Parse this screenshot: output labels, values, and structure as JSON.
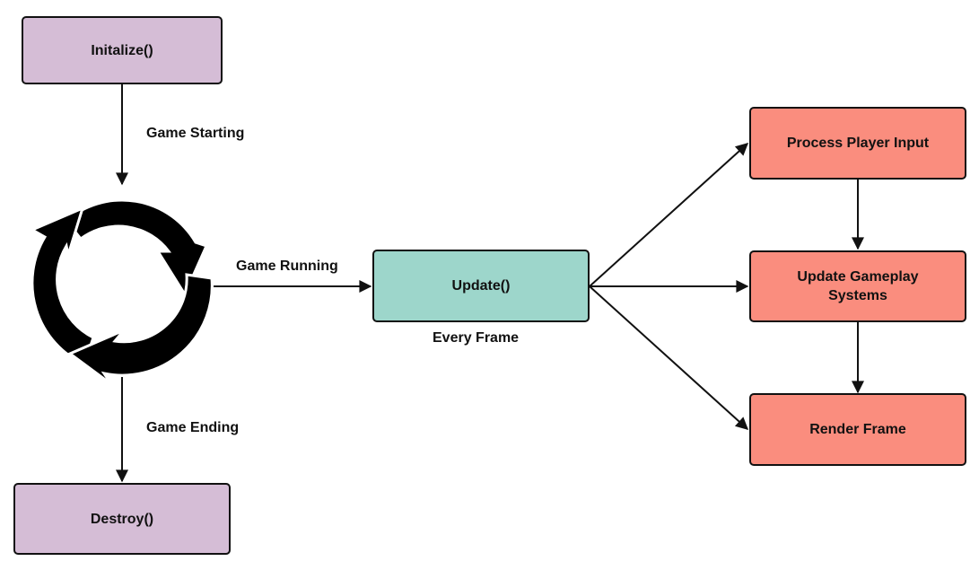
{
  "colors": {
    "lifecycle_fill": "#d5bdd6",
    "update_fill": "#9dd6cb",
    "step_fill": "#fa8d7e",
    "stroke": "#111111",
    "loop_icon": "#000000"
  },
  "nodes": {
    "initialize": "Initalize()",
    "destroy": "Destroy()",
    "update": "Update()",
    "process_input": "Process Player Input",
    "update_gameplay": "Update Gameplay Systems",
    "render_frame": "Render Frame"
  },
  "labels": {
    "game_starting": "Game Starting",
    "game_running": "Game Running",
    "game_ending": "Game Ending",
    "every_frame": "Every Frame"
  },
  "icons": {
    "loop": "loop-cycle-icon"
  }
}
